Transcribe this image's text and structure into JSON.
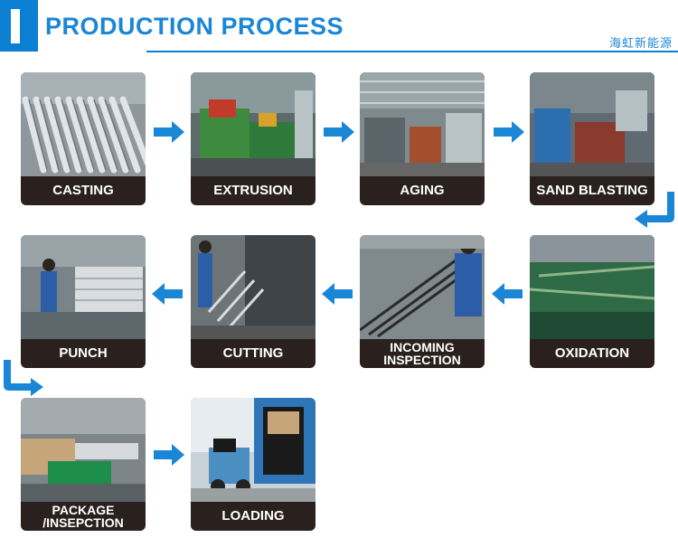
{
  "header": {
    "title": "PRODUCTION PROCESS",
    "brand": "海虹新能源",
    "accent_color": "#0b7fd1"
  },
  "steps": [
    {
      "label": "CASTING"
    },
    {
      "label": "EXTRUSION"
    },
    {
      "label": "AGING"
    },
    {
      "label": "SAND BLASTING"
    },
    {
      "label": "OXIDATION"
    },
    {
      "label": "INCOMING INSPECTION",
      "line1": "INCOMING",
      "line2": "INSPECTION"
    },
    {
      "label": "CUTTING"
    },
    {
      "label": "PUNCH"
    },
    {
      "label": "PACKAGE /INSEPCTION",
      "line1": "PACKAGE",
      "line2": "/INSEPCTION"
    },
    {
      "label": "LOADING"
    }
  ],
  "icons": {
    "arrow_right": "arrow-right-icon",
    "arrow_left": "arrow-left-icon",
    "arrow_turn_down_left": "arrow-turn-down-left-icon",
    "arrow_turn_down_right": "arrow-turn-down-right-icon"
  }
}
